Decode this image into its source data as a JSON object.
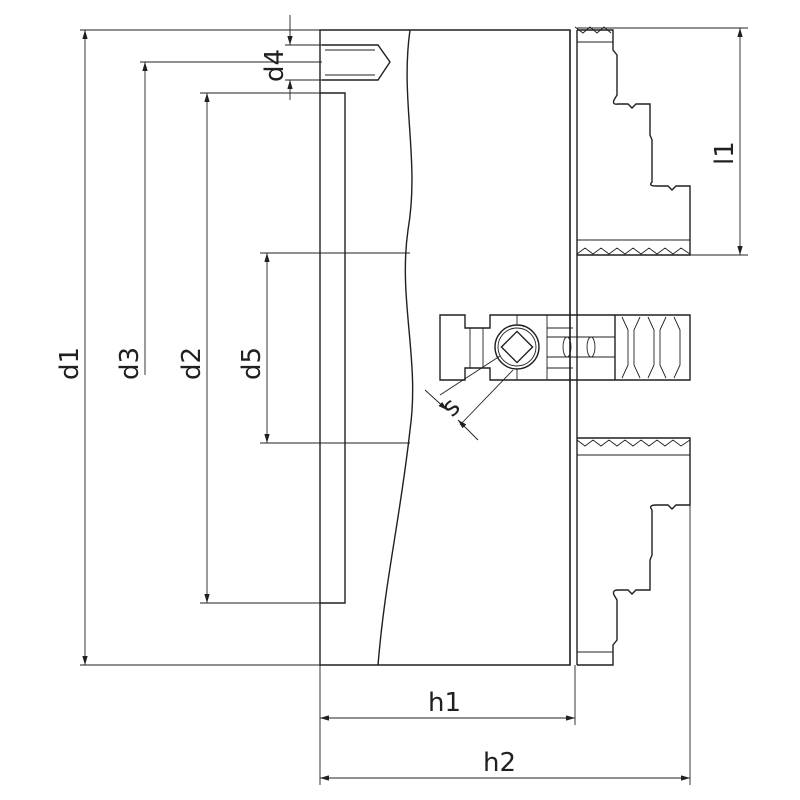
{
  "title": "Lathe chuck dimension drawing",
  "colors": {
    "line": "#231f20",
    "background": "#ffffff"
  },
  "labels": {
    "d1": "d1",
    "d2": "d2",
    "d3": "d3",
    "d4": "d4",
    "d5": "d5",
    "h1": "h1",
    "h2": "h2",
    "l1": "l1",
    "s": "s"
  }
}
